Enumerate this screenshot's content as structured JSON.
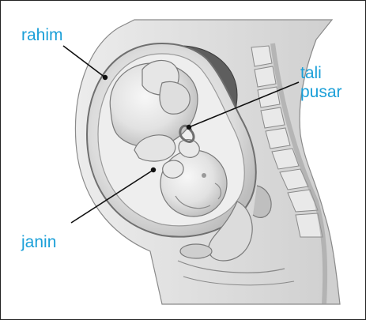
{
  "labels": {
    "uterus": "rahim",
    "cord_line1": "tali",
    "cord_line2": "pusar",
    "fetus": "janin"
  },
  "colors": {
    "label_text": "#1a9fd8",
    "leader_line": "#111111",
    "frame": "#222222",
    "illustration_stroke": "#6f6f6f",
    "illustration_fill": "#d9d9d9",
    "dark_fill": "#5e5e5e"
  },
  "illustration": {
    "subject": "pregnant-uterus-cross-section-icon"
  }
}
